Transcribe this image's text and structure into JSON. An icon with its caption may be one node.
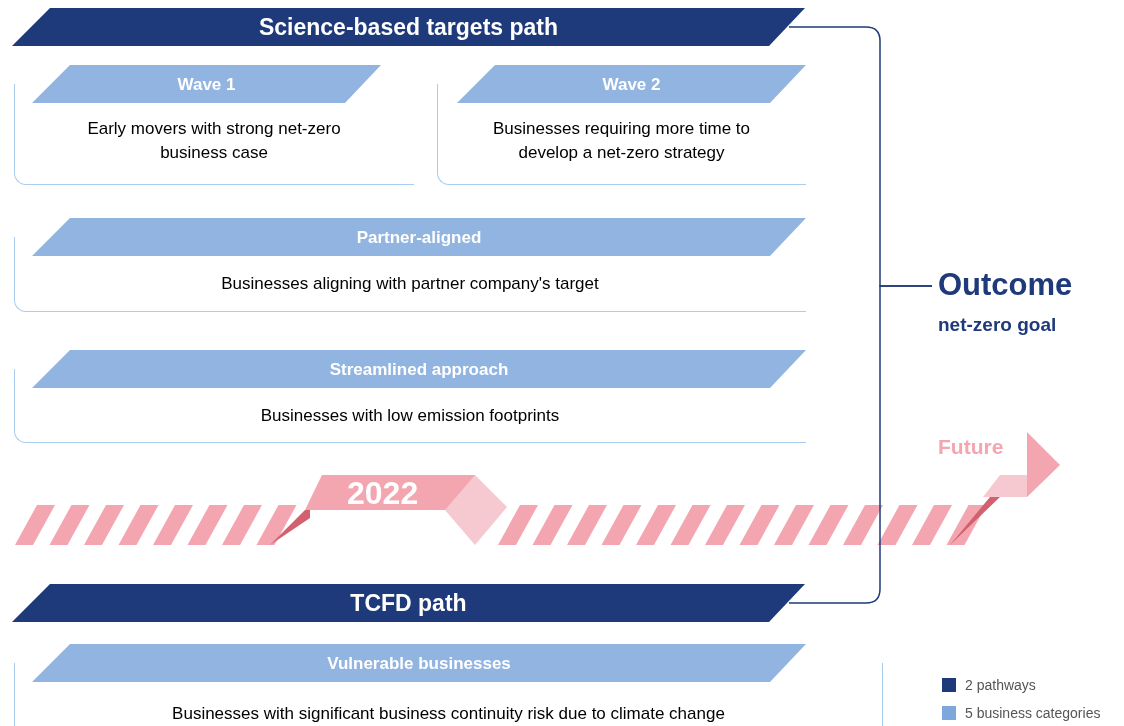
{
  "diagram": {
    "nodes": [
      {
        "text": [
          "Science-based targets path"
        ]
      },
      {
        "text": [
          "Wave 1",
          "Early movers with strong net-zero business case"
        ]
      },
      {
        "text": [
          "Wave 2",
          "Businesses requiring more time to develop a net-zero strategy"
        ]
      },
      {
        "text": [
          "Partner-aligned",
          "Businesses aligning with partner company's target"
        ]
      },
      {
        "text": [
          "Streamlined approach",
          "Businesses with low emission footprints"
        ]
      },
      {
        "text": [
          "TCFD path"
        ]
      },
      {
        "text": [
          "Vulnerable businesses",
          "Businesses with significant business continuity risk due to climate change"
        ]
      },
      {
        "text": [
          "Outcome",
          "net-zero goal"
        ]
      }
    ],
    "edges": [
      {
        "from": 0,
        "to": 7,
        "arrow": "none"
      },
      {
        "from": 5,
        "to": 7,
        "arrow": "none"
      }
    ],
    "labels": [
      "2022",
      "Future"
    ],
    "legend": [
      {
        "text": "2 pathways",
        "color": "#1f3a7a"
      },
      {
        "text": "5 business categories",
        "color": "#7ea8dc"
      }
    ]
  }
}
